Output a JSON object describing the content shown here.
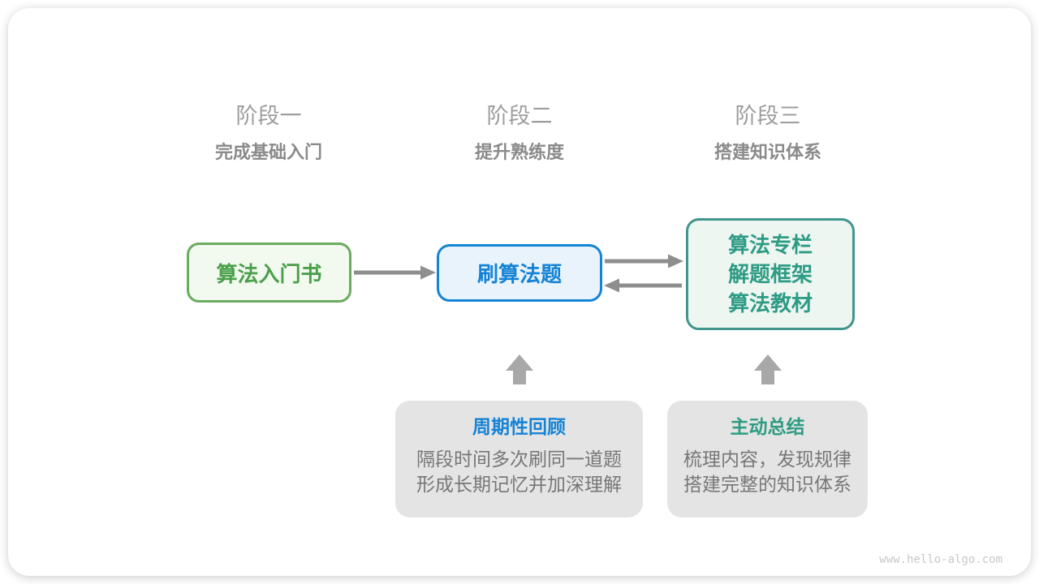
{
  "stages": [
    {
      "label": "阶段一",
      "subtitle": "完成基础入门"
    },
    {
      "label": "阶段二",
      "subtitle": "提升熟练度"
    },
    {
      "label": "阶段三",
      "subtitle": "搭建知识体系"
    }
  ],
  "flow": {
    "node1": {
      "label": "算法入门书"
    },
    "node2": {
      "label": "刷算法题"
    },
    "node3": {
      "lines": [
        "算法专栏",
        "解题框架",
        "算法教材"
      ]
    }
  },
  "notes": [
    {
      "title": "周期性回顾",
      "lines": [
        "隔段时间多次刷同一道题",
        "形成长期记忆并加深理解"
      ]
    },
    {
      "title": "主动总结",
      "lines": [
        "梳理内容，发现规律",
        "搭建完整的知识体系"
      ]
    }
  ],
  "watermark": "www.hello-algo.com",
  "colors": {
    "green_border": "#6aab5e",
    "green_text": "#4ba04b",
    "green_bg": "#f2f9ef",
    "blue_border": "#1583d6",
    "blue_text": "#1583d6",
    "blue_bg": "#e9f3fb",
    "teal_border": "#40968c",
    "teal_text": "#2e9c84",
    "teal_bg": "#eef6f2",
    "note_bg": "#e4e4e4",
    "note_body_text": "#777777",
    "stage_label_text": "#9d9d9d",
    "stage_subtitle_text": "#8a8a8a",
    "flow_arrow": "#8e8e8e",
    "up_arrow": "#a8a8a8",
    "watermark_text": "#c8c8c8"
  }
}
